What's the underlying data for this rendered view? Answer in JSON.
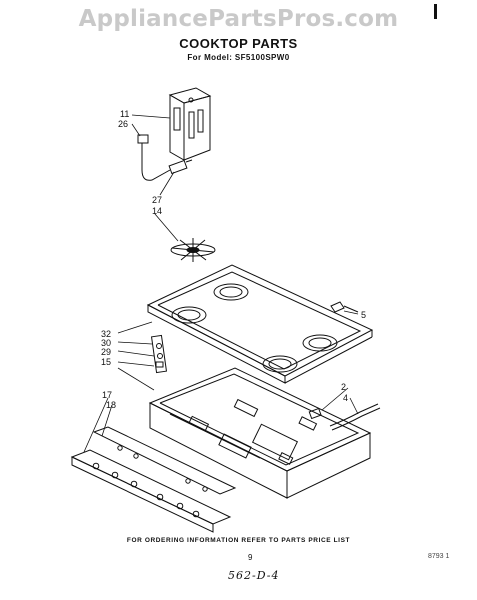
{
  "watermark": "AppliancePartsPros.com",
  "title": "COOKTOP PARTS",
  "model_line": "For Model: SF5100SPW0",
  "footer_note": "FOR ORDERING INFORMATION REFER TO PARTS PRICE LIST",
  "page_number": "9",
  "corner_code": "8793 1",
  "handwritten": "562-D-4",
  "callouts": {
    "c11": "11",
    "c26": "26",
    "c27": "27",
    "c14": "14",
    "c5": "5",
    "c32": "32",
    "c30": "30",
    "c29": "29",
    "c15": "15",
    "c2": "2",
    "c4": "4",
    "c17": "17",
    "c18": "18"
  }
}
